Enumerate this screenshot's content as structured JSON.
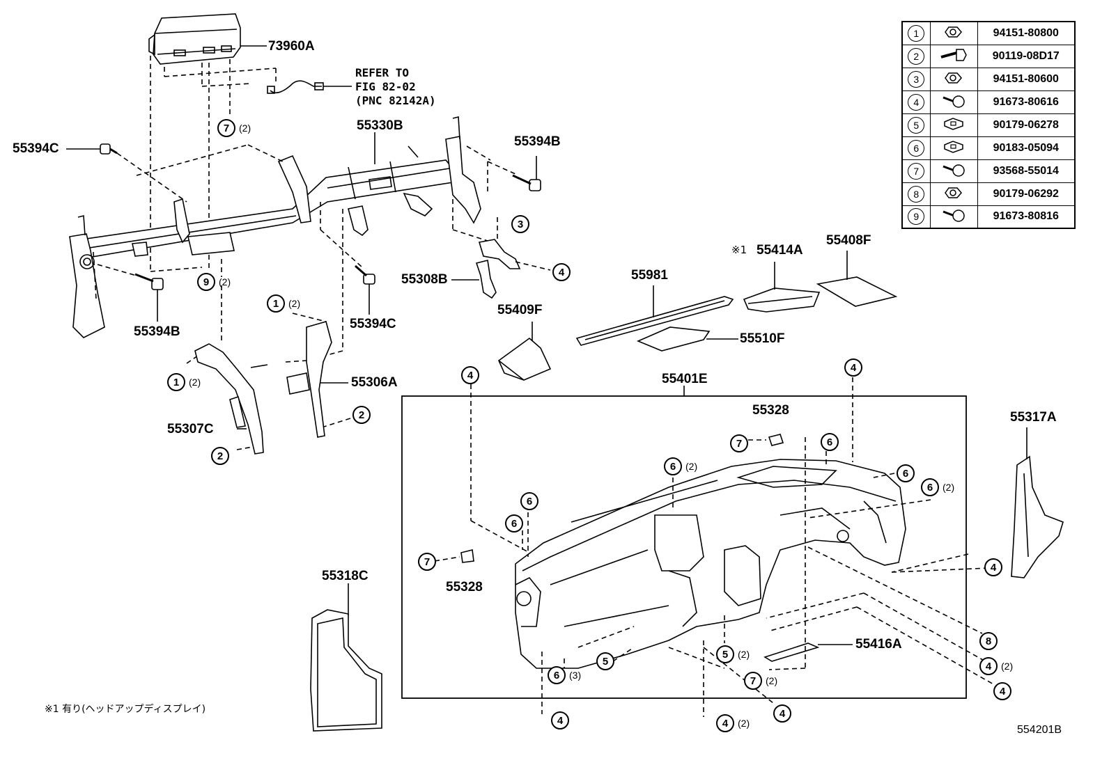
{
  "parts": {
    "p73960A": "73960A",
    "p55330B": "55330B",
    "p55394B_top": "55394B",
    "p55394C_left": "55394C",
    "p55394B_bottom": "55394B",
    "p55394C_mid": "55394C",
    "p55308B": "55308B",
    "p55306A": "55306A",
    "p55307C": "55307C",
    "p55409F": "55409F",
    "p55981": "55981",
    "p55414A": "55414A",
    "p55414A_mark": "※1",
    "p55408F": "55408F",
    "p55510F": "55510F",
    "p55401E": "55401E",
    "p55328_top": "55328",
    "p55328_left": "55328",
    "p55317A": "55317A",
    "p55318C": "55318C",
    "p55416A": "55416A"
  },
  "refer": {
    "line1": "REFER TO",
    "line2": "FIG 82-02",
    "line3": "(PNC 82142A)"
  },
  "callouts": {
    "c7a": "7",
    "q7a": "(2)",
    "c9": "9",
    "q9": "(2)",
    "c3": "3",
    "c4a": "4",
    "c1a": "1",
    "q1a": "(2)",
    "c1b": "1",
    "q1b": "(2)",
    "c2a": "2",
    "c2b": "2",
    "c4b": "4",
    "c4c": "4",
    "c7b": "7",
    "c6a": "6",
    "c6b": "6",
    "q6b": "(2)",
    "c6c": "6",
    "c6d": "6",
    "q6d": "(2)",
    "c6e": "6",
    "c6f": "6",
    "c7c": "7",
    "c4d": "4",
    "c8": "8",
    "c4e": "4",
    "q4e": "(2)",
    "c4f": "4",
    "c5a": "5",
    "c6g": "6",
    "q6g": "(3)",
    "c5b": "5",
    "q5b": "(2)",
    "c7d": "7",
    "q7d": "(2)",
    "c4g": "4",
    "c4h": "4",
    "c4i": "4",
    "q4i": "(2)"
  },
  "legend": [
    {
      "num": "1",
      "icon": "nut-icon",
      "part": "94151-80800"
    },
    {
      "num": "2",
      "icon": "bolt-icon",
      "part": "90119-08D17"
    },
    {
      "num": "3",
      "icon": "nut-icon",
      "part": "94151-80600"
    },
    {
      "num": "4",
      "icon": "screw-icon",
      "part": "91673-80616"
    },
    {
      "num": "5",
      "icon": "clip-icon",
      "part": "90179-06278"
    },
    {
      "num": "6",
      "icon": "clip-icon",
      "part": "90183-05094"
    },
    {
      "num": "7",
      "icon": "screw-icon",
      "part": "93568-55014"
    },
    {
      "num": "8",
      "icon": "nut-icon",
      "part": "90179-06292"
    },
    {
      "num": "9",
      "icon": "screw-icon",
      "part": "91673-80816"
    }
  ],
  "footnote": "※1 有り(ヘッドアップディスプレイ)",
  "figure_id": "554201B"
}
